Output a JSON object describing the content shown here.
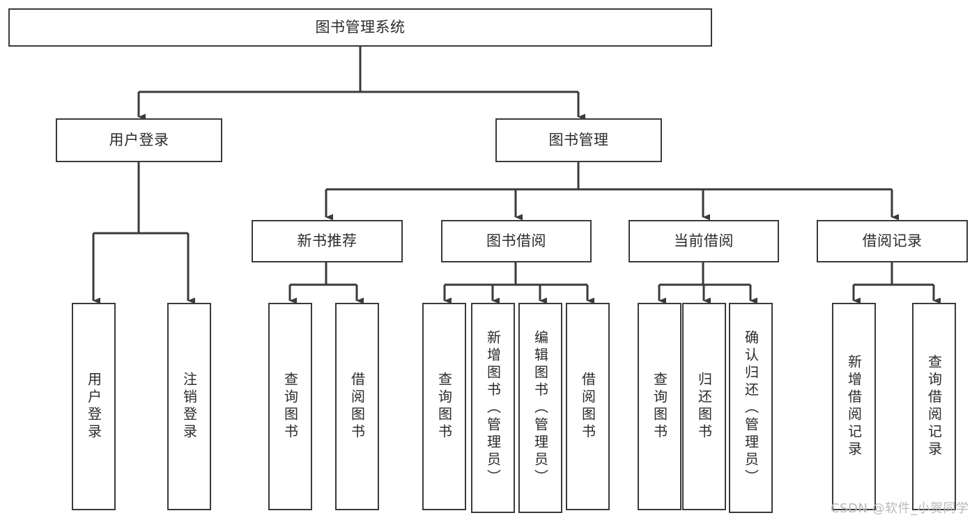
{
  "diagram": {
    "title": "图书管理系统",
    "type": "tree-hierarchy-chart",
    "root": {
      "id": "root",
      "label": "图书管理系统"
    },
    "level2": [
      {
        "id": "user-login",
        "label": "用户登录"
      },
      {
        "id": "book-management",
        "label": "图书管理"
      }
    ],
    "level3": [
      {
        "id": "new-book-recommend",
        "label": "新书推荐",
        "parent": "book-management"
      },
      {
        "id": "book-borrow",
        "label": "图书借阅",
        "parent": "book-management"
      },
      {
        "id": "current-borrow",
        "label": "当前借阅",
        "parent": "book-management"
      },
      {
        "id": "borrow-record",
        "label": "借阅记录",
        "parent": "book-management"
      }
    ],
    "leaves": [
      {
        "id": "leaf-user-login",
        "label": "用户登录",
        "parent": "user-login"
      },
      {
        "id": "leaf-logout-login",
        "label": "注销登录",
        "parent": "user-login"
      },
      {
        "id": "leaf-query-book-1",
        "label": "查询图书",
        "parent": "new-book-recommend"
      },
      {
        "id": "leaf-borrow-book-1",
        "label": "借阅图书",
        "parent": "new-book-recommend"
      },
      {
        "id": "leaf-query-book-2",
        "label": "查询图书",
        "parent": "book-borrow"
      },
      {
        "id": "leaf-add-book",
        "label": "新增图书（管理员）",
        "parent": "book-borrow"
      },
      {
        "id": "leaf-edit-book",
        "label": "编辑图书（管理员）",
        "parent": "book-borrow"
      },
      {
        "id": "leaf-borrow-book-2",
        "label": "借阅图书",
        "parent": "book-borrow"
      },
      {
        "id": "leaf-query-book-3",
        "label": "查询图书",
        "parent": "current-borrow"
      },
      {
        "id": "leaf-return-book",
        "label": "归还图书",
        "parent": "current-borrow"
      },
      {
        "id": "leaf-confirm-return",
        "label": "确认归还（管理员）",
        "parent": "current-borrow"
      },
      {
        "id": "leaf-add-borrow-record",
        "label": "新增借阅记录",
        "parent": "borrow-record"
      },
      {
        "id": "leaf-query-borrow-record",
        "label": "查询借阅记录",
        "parent": "borrow-record"
      }
    ],
    "colors": {
      "background": "#ffffff",
      "box_border": "#3a3a3a",
      "box_fill": "#ffffff",
      "connector": "#3a3a3a",
      "text": "#2b2b2b",
      "watermark": "#b9b9b9"
    }
  },
  "watermark": {
    "text": "CSDN @软件_小贺同学"
  }
}
